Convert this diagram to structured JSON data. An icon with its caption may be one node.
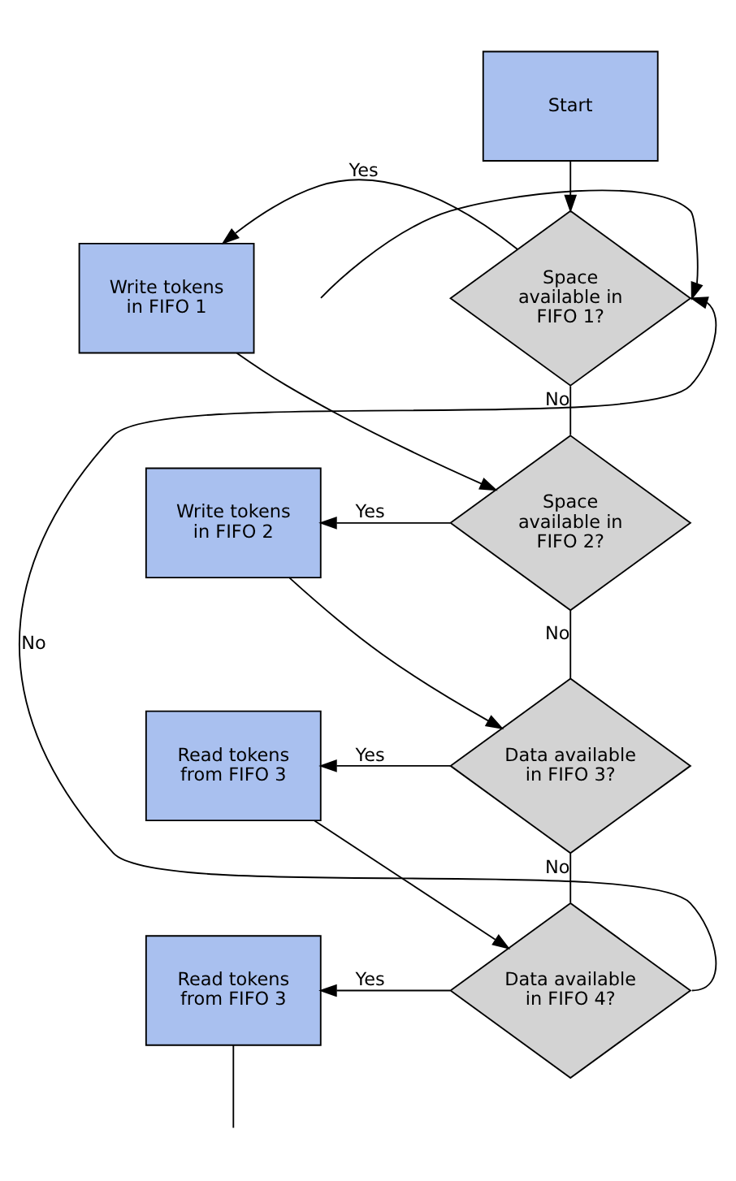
{
  "diagram": {
    "nodes": [
      {
        "text": [
          "Start"
        ]
      },
      {
        "text": [
          "Write tokens in FIFO 1"
        ]
      },
      {
        "text": [
          "Space available in FIFO 1?"
        ]
      },
      {
        "text": [
          "Write tokens in FIFO 2"
        ]
      },
      {
        "text": [
          "Space available in FIFO 2?"
        ]
      },
      {
        "text": [
          "Read tokens from FIFO 3"
        ]
      },
      {
        "text": [
          "Data available in FIFO 3?"
        ]
      },
      {
        "text": [
          "Read tokens from FIFO 3"
        ]
      },
      {
        "text": [
          "Data available in FIFO 4?"
        ]
      }
    ],
    "edges": [
      {
        "from": 0,
        "to": 2,
        "arrow": "to"
      },
      {
        "from": 2,
        "to": 1,
        "arrow": "to",
        "label": "Yes"
      },
      {
        "from": 2,
        "to": 4,
        "arrow": "none",
        "label": "No"
      },
      {
        "from": 1,
        "to": 4,
        "arrow": "to"
      },
      {
        "from": 4,
        "to": 3,
        "arrow": "to",
        "label": "Yes"
      },
      {
        "from": 4,
        "to": 6,
        "arrow": "none",
        "label": "No"
      },
      {
        "from": 3,
        "to": 6,
        "arrow": "to"
      },
      {
        "from": 6,
        "to": 5,
        "arrow": "to",
        "label": "Yes"
      },
      {
        "from": 6,
        "to": 8,
        "arrow": "none",
        "label": "No"
      },
      {
        "from": 5,
        "to": 8,
        "arrow": "to"
      },
      {
        "from": 8,
        "to": 7,
        "arrow": "to",
        "label": "Yes"
      },
      {
        "from": 8,
        "to": 2,
        "arrow": "to",
        "label": "No"
      },
      {
        "from": null,
        "to": 2,
        "arrow": "to"
      },
      {
        "from": 7,
        "to": null,
        "arrow": "none"
      }
    ]
  }
}
